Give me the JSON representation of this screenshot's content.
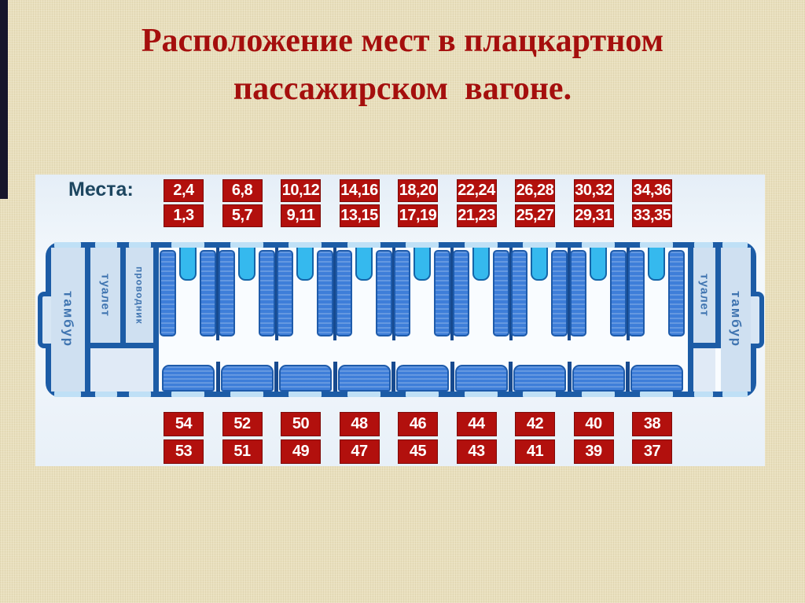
{
  "title": {
    "line1": "Расположение мест в плацкартном",
    "line2": "пассажирском  вагоне."
  },
  "legend_label": "Места:",
  "top_seats": [
    {
      "upper": "2,4",
      "lower": "1,3"
    },
    {
      "upper": "6,8",
      "lower": "5,7"
    },
    {
      "upper": "10,12",
      "lower": "9,11"
    },
    {
      "upper": "14,16",
      "lower": "13,15"
    },
    {
      "upper": "18,20",
      "lower": "17,19"
    },
    {
      "upper": "22,24",
      "lower": "21,23"
    },
    {
      "upper": "26,28",
      "lower": "25,27"
    },
    {
      "upper": "30,32",
      "lower": "29,31"
    },
    {
      "upper": "34,36",
      "lower": "33,35"
    }
  ],
  "bottom_seats": [
    {
      "upper": "54",
      "lower": "53"
    },
    {
      "upper": "52",
      "lower": "51"
    },
    {
      "upper": "50",
      "lower": "49"
    },
    {
      "upper": "48",
      "lower": "47"
    },
    {
      "upper": "46",
      "lower": "45"
    },
    {
      "upper": "44",
      "lower": "43"
    },
    {
      "upper": "42",
      "lower": "41"
    },
    {
      "upper": "40",
      "lower": "39"
    },
    {
      "upper": "38",
      "lower": "37"
    }
  ],
  "car": {
    "left_vestibule_label": "тамбур",
    "left_toilet_label": "туалет",
    "conductor_label": "проводник",
    "right_toilet_label": "туалет",
    "right_vestibule_label": "тамбур",
    "compartment_count": 9,
    "side_berth_count": 9
  },
  "colors": {
    "page_bg": "#e9dfbd",
    "panel_bg": "#edf4fa",
    "title_red": "#a50f0d",
    "badge_red": "#b2100d",
    "car_wall_blue": "#1c5ca6",
    "berth_blue": "#3e7ed9",
    "table_cyan": "#35b9ee",
    "room_fill": "#cfe0f1",
    "legend_text": "#1d4660"
  }
}
